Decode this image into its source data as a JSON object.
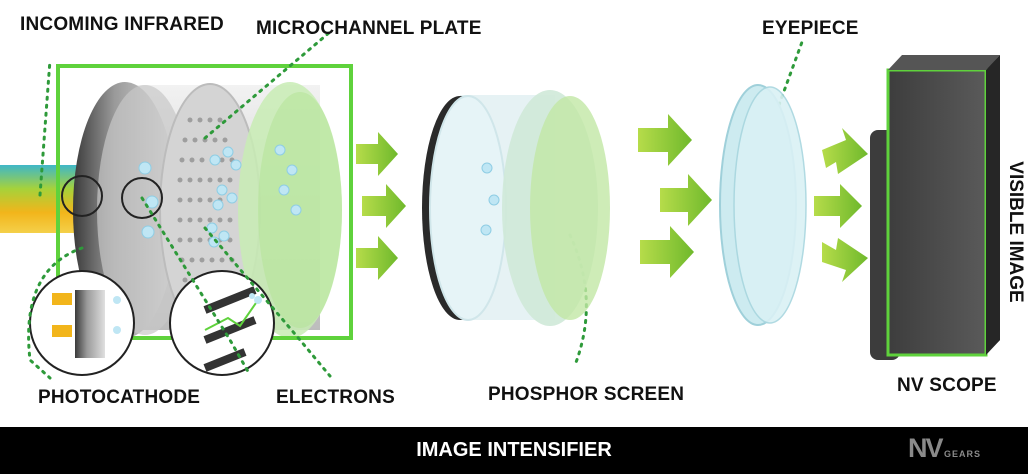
{
  "labels": {
    "incoming_infrared": "INCOMING INFRARED",
    "microchannel_plate": "MICROCHANNEL PLATE",
    "eyepiece": "EYEPIECE",
    "visible_image": "VISIBLE IMAGE",
    "photocathode": "PHOTOCATHODE",
    "electrons": "ELECTRONS",
    "phosphor_screen": "PHOSPHOR SCREEN",
    "nv_scope": "NV SCOPE"
  },
  "footer": {
    "title": "IMAGE INTENSIFIER",
    "brand_nv": "NV",
    "brand_gears": "GEARS"
  },
  "colors": {
    "accent_green": "#5fd23c",
    "arrow_green": "#8bc34a",
    "dot_green": "#2e9a3a",
    "phosphor_green": "#c8ecb4",
    "lens_blue": "#cdebf0",
    "scope_dark": "#4a4a4a",
    "footer_bg": "#000000"
  }
}
